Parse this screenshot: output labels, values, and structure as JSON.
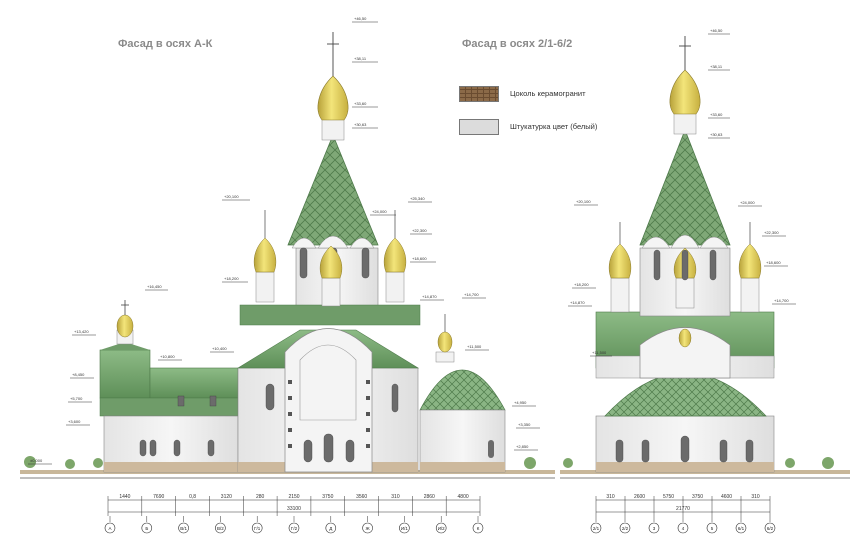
{
  "drawing": {
    "facade_left_title": "Фасад в осях  А-К",
    "facade_right_title": "Фасад в осях  2/1-6/2"
  },
  "legend": {
    "items": [
      {
        "label": "Цоколь керамогранит",
        "color": "#8b6a48"
      },
      {
        "label": "Штукатурка цвет (белый)",
        "color": "#dcdcdc"
      }
    ]
  },
  "colors": {
    "roof_green": "#7fa877",
    "roof_green_dark": "#5d8a57",
    "dome_gold": "#e7d35c",
    "wall": "#eeeeee",
    "plinth": "#b89a78"
  },
  "dims_left": {
    "segments": [
      "1440",
      "7690",
      "0,8",
      "3120",
      "280",
      "2150",
      "3750",
      "3560",
      "310",
      "2860",
      "4800"
    ],
    "total": "33100"
  },
  "dims_right": {
    "segments": [
      "310",
      "2600",
      "5750",
      "3750",
      "4600",
      "310"
    ],
    "total": "21770"
  },
  "axes_left": [
    "А",
    "Б",
    "В/1",
    "В/2",
    "Г/1",
    "Г/2",
    "Д",
    "Ж",
    "И/1",
    "И/2",
    "К"
  ],
  "axes_right": [
    "2/1",
    "2/2",
    "3",
    "4",
    "5",
    "6/1",
    "6/2"
  ]
}
